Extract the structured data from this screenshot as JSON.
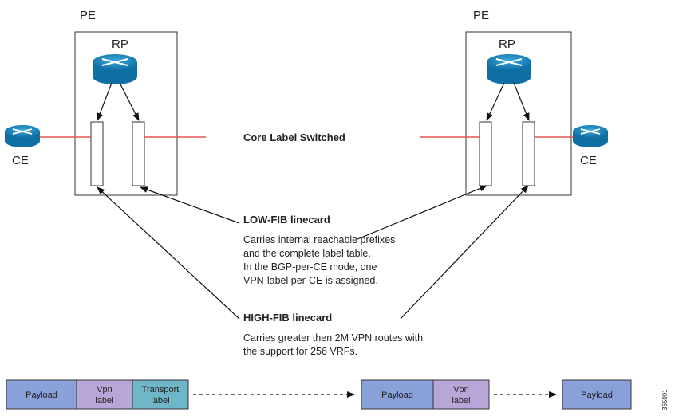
{
  "pe_left_label": "PE",
  "pe_right_label": "PE",
  "rp_left_label": "RP",
  "rp_right_label": "RP",
  "ce_left_label": "CE",
  "ce_right_label": "CE",
  "core_label": "Core Label Switched",
  "low_fib": {
    "title": "LOW-FIB linecard",
    "lines": [
      "Carries internal reachable prefixes",
      "and the complete label table.",
      "In the BGP-per-CE mode, one",
      "VPN-label per-CE is assigned."
    ]
  },
  "high_fib": {
    "title": "HIGH-FIB linecard",
    "lines": [
      "Carries greater then 2M VPN routes with",
      "the support for 256 VRFs."
    ]
  },
  "packets": {
    "first": {
      "payload": "Payload",
      "vpn_1": "Vpn",
      "vpn_2": "label",
      "transport_1": "Transport",
      "transport_2": "label"
    },
    "second": {
      "payload": "Payload",
      "vpn_1": "Vpn",
      "vpn_2": "label"
    },
    "third": {
      "payload": "Payload"
    }
  },
  "figure_id": "365091",
  "colors": {
    "router_fill": "#1a8bc4",
    "payload": "#8aa0d8",
    "vpn_label": "#b9a6d8",
    "transport_label": "#6fb6c8",
    "link": "#e0554f"
  }
}
